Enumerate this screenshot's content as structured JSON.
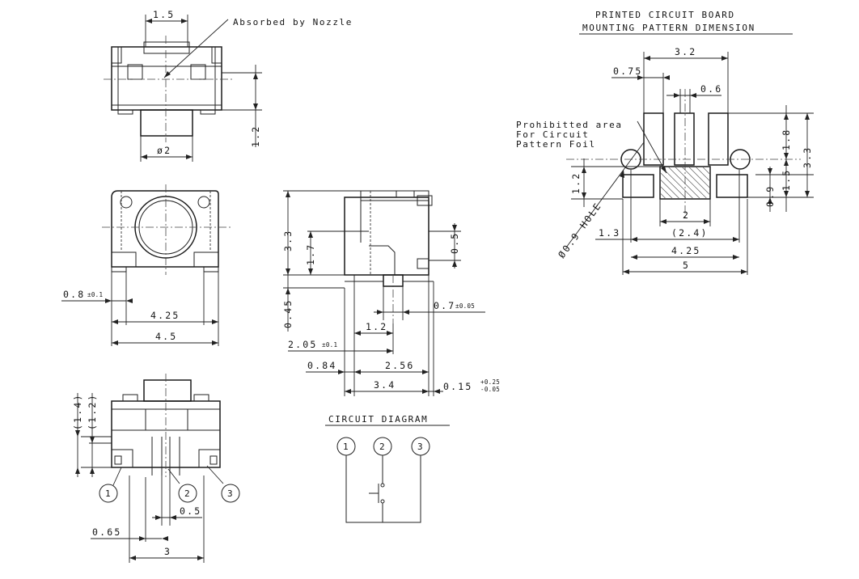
{
  "notes": {
    "nozzle": "Absorbed by Nozzle",
    "pcb_title_line1": "PRINTED CIRCUIT BOARD",
    "pcb_title_line2": "MOUNTING PATTERN DIMENSION",
    "prohibited_line1": "Prohibitted area",
    "prohibited_line2": "For Circuit",
    "prohibited_line3": "Pattern Foil",
    "hole": "Ø0.9 HOLE",
    "circuit_title": "CIRCUIT DIAGRAM"
  },
  "top_view": {
    "w": "1.5",
    "dia": "ø2",
    "h": "1.2"
  },
  "front_view": {
    "tab": "0.8",
    "tab_tol": "±0.1",
    "inner": "4.25",
    "outer": "4.5"
  },
  "side_view": {
    "h_total": "3.3",
    "h_lever": "1.7",
    "h_base": "0.45",
    "lever": "0.5",
    "pin_w": "0.7",
    "pin_w_tol": "±0.05",
    "pin_span": "1.2",
    "off": "2.05",
    "off_tol": "±0.1",
    "d1": "0.84",
    "d2": "2.56",
    "depth": "3.4",
    "gap": "0.15",
    "gap_tol_plus": "+0.25",
    "gap_tol_minus": "-0.05"
  },
  "bottom_view": {
    "h1": "(1.4)",
    "h2": "(1.2)",
    "pitch": "0.65",
    "gap": "0.5",
    "width": "3",
    "pin1": "1",
    "pin2": "2",
    "pin3": "3"
  },
  "pcb": {
    "w_top": "3.2",
    "pad_w": "0.75",
    "slot": "0.6",
    "h1": "1.8",
    "h_total": "3.3",
    "h2": "1.5",
    "pad_h": "0.9",
    "left_h": "1.2",
    "hatch_w": "2",
    "hole_off": "1.3",
    "mid": "(2.4)",
    "pads": "4.25",
    "total": "5"
  },
  "circuit": {
    "n1": "1",
    "n2": "2",
    "n3": "3"
  }
}
